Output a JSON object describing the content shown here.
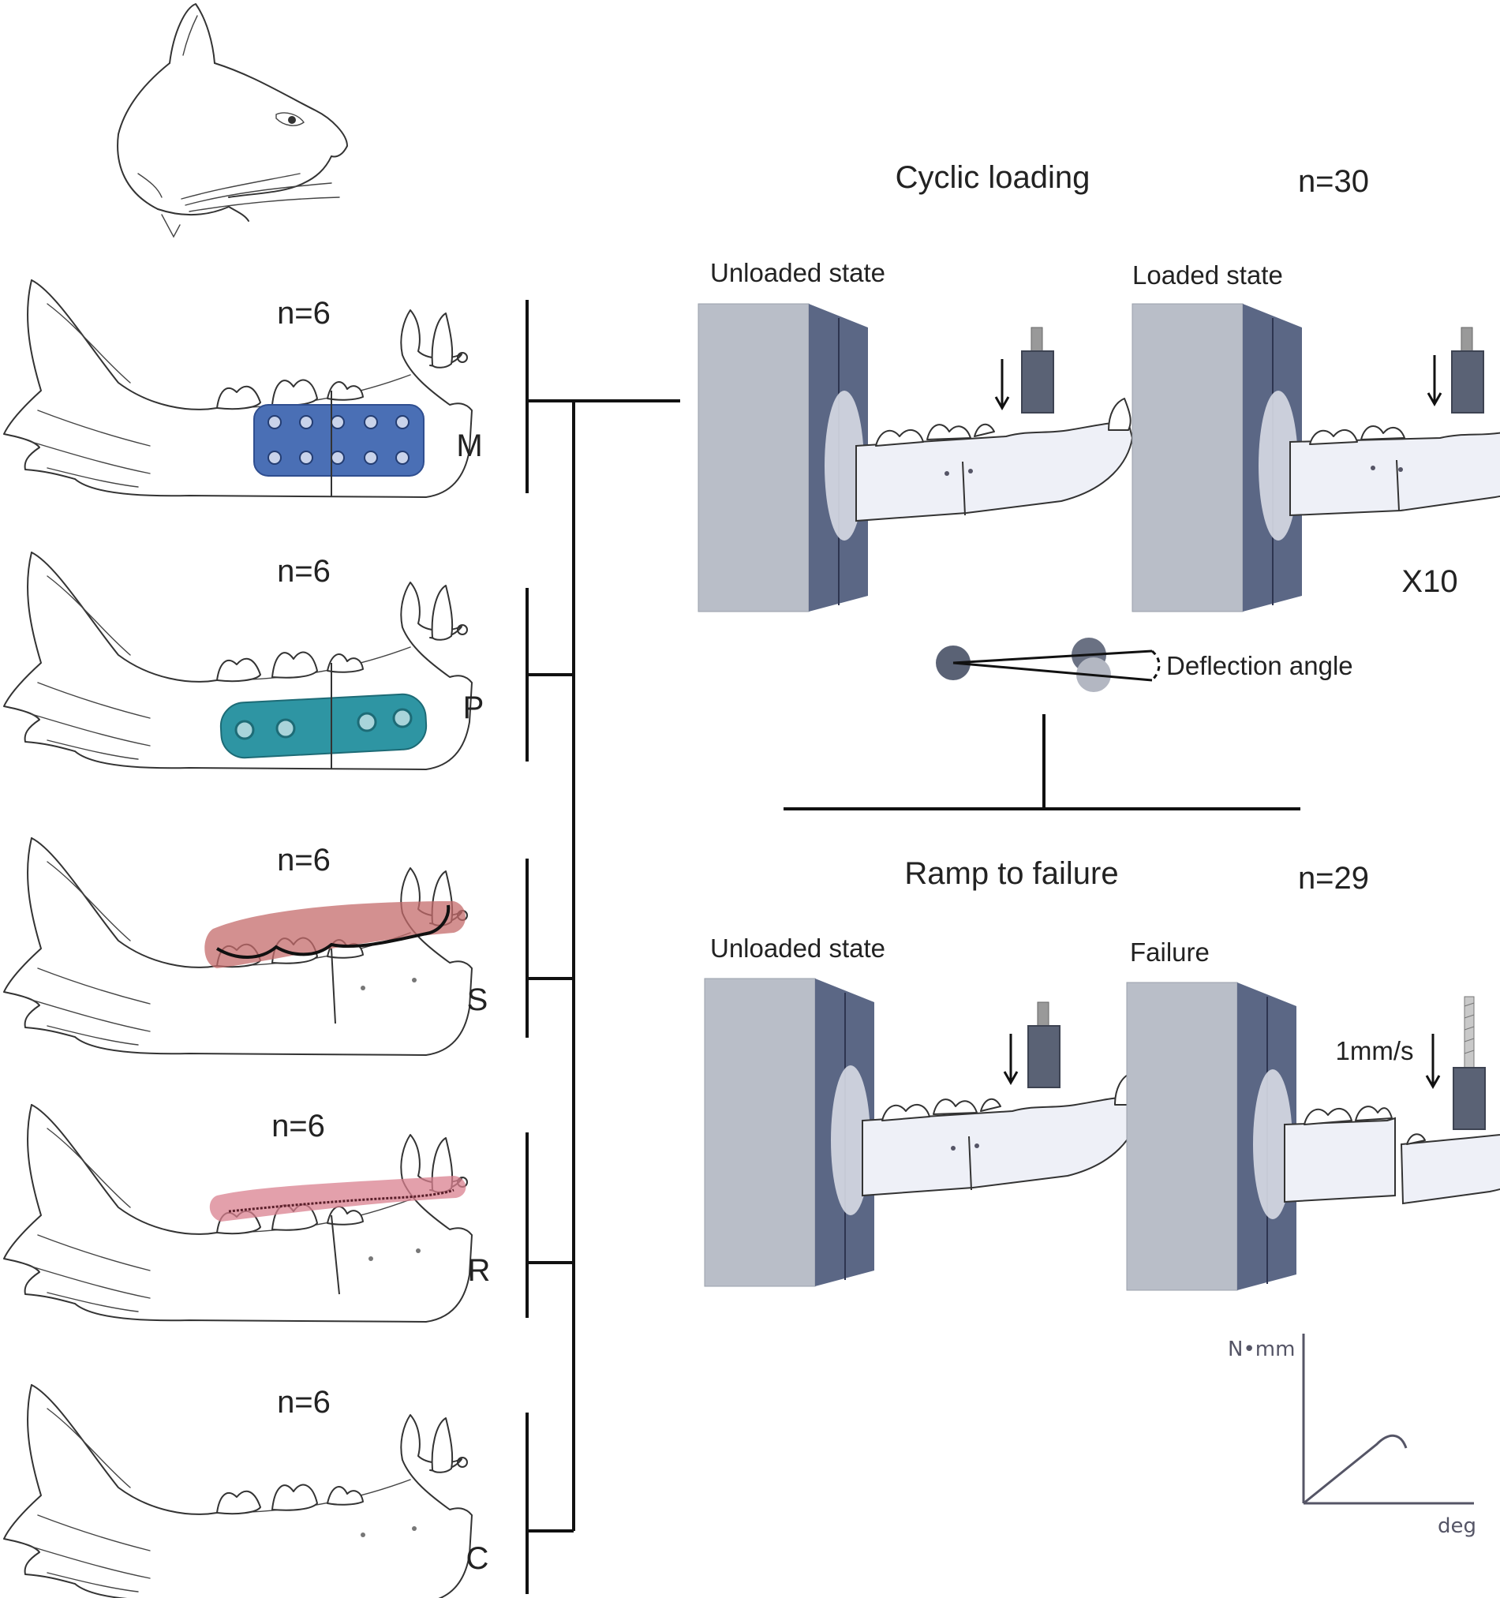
{
  "groups": [
    {
      "n_label": "n=6",
      "letter": "M",
      "fixation_color": "#4a6fb5"
    },
    {
      "n_label": "n=6",
      "letter": "P",
      "fixation_color": "#2e95a3"
    },
    {
      "n_label": "n=6",
      "letter": "S",
      "fixation_color": "#c46b6b"
    },
    {
      "n_label": "n=6",
      "letter": "R",
      "fixation_color": "#d9808f"
    },
    {
      "n_label": "n=6",
      "letter": "C",
      "fixation_color": ""
    }
  ],
  "cyclic": {
    "title": "Cyclic loading",
    "n_label": "n=30",
    "left_state": "Unloaded state",
    "right_state": "Loaded state",
    "repeat": "X10",
    "deflection": "Deflection angle"
  },
  "ramp": {
    "title": "Ramp to failure",
    "n_label": "n=29",
    "left_state": "Unloaded state",
    "right_state": "Failure",
    "rate": "1mm/s",
    "plot_y": "N•mm",
    "plot_x": "deg"
  },
  "colors": {
    "clamp_front": "#b9bec8",
    "clamp_side": "#5b6785",
    "bone": "#eef0f7",
    "actuator": "#5a6275"
  }
}
